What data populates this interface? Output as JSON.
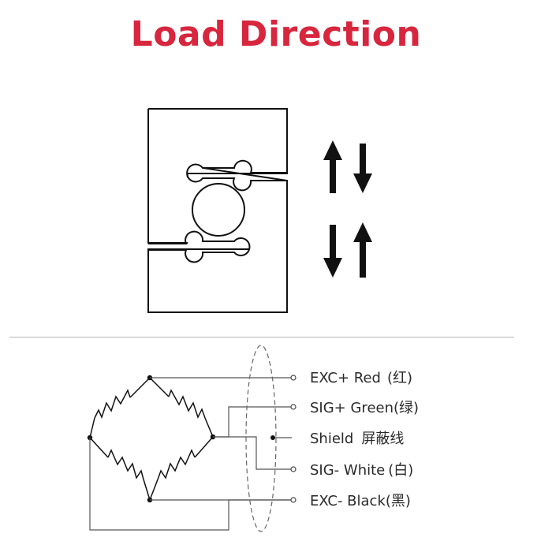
{
  "title": "Load Direction",
  "colors": {
    "title": "#d7263d",
    "line": "#111111",
    "wire": "#555555",
    "divider": "#b5b5b5"
  },
  "icons": [
    "arrow-up-icon",
    "arrow-down-icon"
  ],
  "wires": [
    {
      "label": "EXC+ Red",
      "cn": "(红)"
    },
    {
      "label": "SIG+ Green",
      "cn": "(绿)"
    },
    {
      "label": "Shield",
      "cn": "屏蔽线"
    },
    {
      "label": "SIG- White",
      "cn": "(白)"
    },
    {
      "label": "EXC- Black",
      "cn": "(黑)"
    }
  ]
}
